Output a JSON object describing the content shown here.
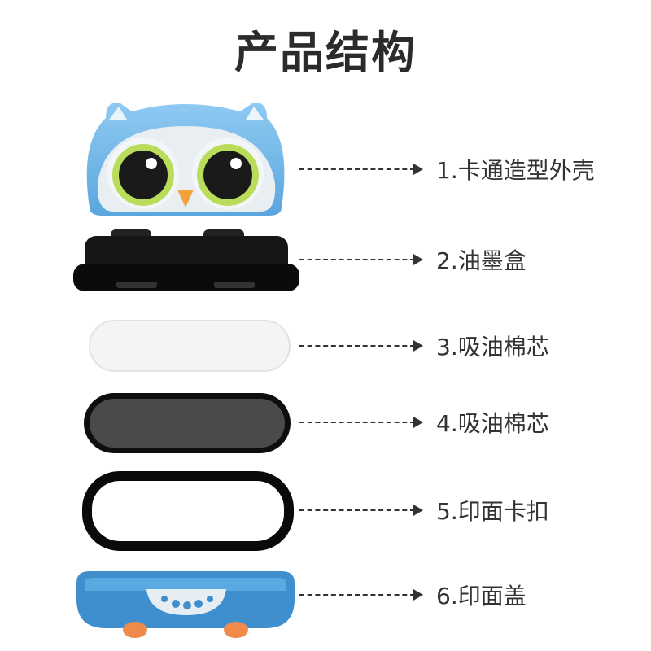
{
  "page_title": "产品结构",
  "parts": [
    {
      "label": "1.卡通造型外壳"
    },
    {
      "label": "2.油墨盒"
    },
    {
      "label": "3.吸油棉芯"
    },
    {
      "label": "4.吸油棉芯"
    },
    {
      "label": "5.印面卡扣"
    },
    {
      "label": "6.印面盖"
    }
  ],
  "colors": {
    "shell_blue": "#6cb6e8",
    "ink_box": "#111111",
    "cotton_white": "#f4f4f4",
    "cotton_gray": "#4a4a4c",
    "ring_black": "#0a0a0a",
    "text": "#333333"
  }
}
